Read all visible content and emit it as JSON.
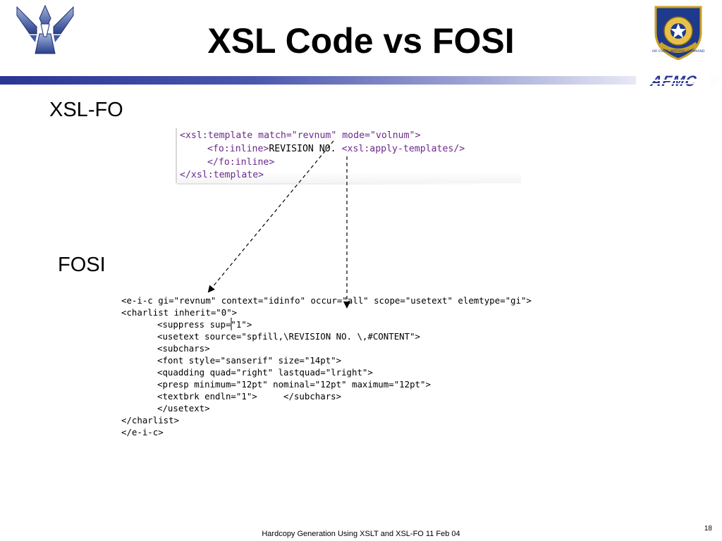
{
  "slide": {
    "title": "XSL Code vs FOSI",
    "footer": "Hardcopy Generation Using XSLT and XSL-FO 11 Feb 04",
    "page_number": "18"
  },
  "logos": {
    "left": "air-force-symbol",
    "right": "afmc-shield",
    "right_shield_text": "AIR FORCE MATERIEL COMMAND",
    "header": "AFMC"
  },
  "colors": {
    "bar_start": "#2b3595",
    "bar_end": "#ffffff",
    "xsl_tag": "#6a2a8c",
    "arrow": "#000000"
  },
  "sections": {
    "xslfo_label": "XSL-FO",
    "fosi_label": "FOSI"
  },
  "xsl_code": {
    "line1": "<xsl:template match=\"revnum\" mode=\"volnum\">",
    "line2_tag1": "<fo:inline>",
    "line2_text": "REVISION NO. ",
    "line2_tag2": "<xsl:apply-templates/>",
    "line3": "</fo:inline>",
    "line4": "</xsl:template>"
  },
  "fosi_code": [
    "<e-i-c gi=\"revnum\" context=\"idinfo\" occur=\"all\" scope=\"usetext\" elemtype=\"gi\">",
    "<charlist inherit=\"0\">",
    "<suppress sup=\"1\">",
    "<usetext source=\"spfill,\\REVISION NO. \\,#CONTENT\">",
    "<subchars>",
    "<font style=\"sanserif\" size=\"14pt\">",
    "<quadding quad=\"right\" lastquad=\"lright\">",
    "<presp minimum=\"12pt\" nominal=\"12pt\" maximum=\"12pt\">",
    "<textbrk endln=\"1\">     </subchars>",
    "</usetext>",
    "</charlist>",
    "</e-i-c>"
  ]
}
